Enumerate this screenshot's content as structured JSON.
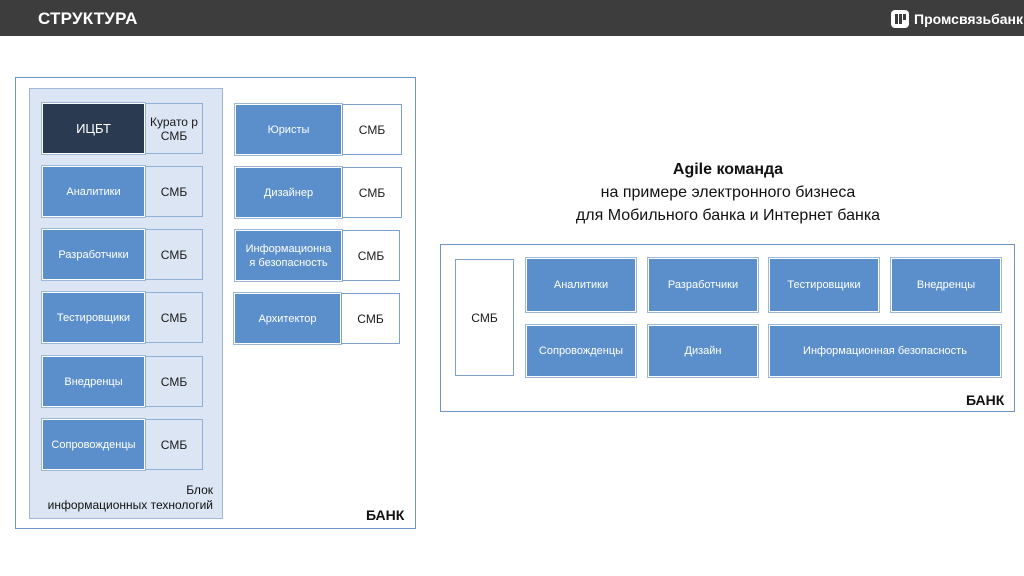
{
  "header": {
    "title": "СТРУКТУРА",
    "brand": "Промсвязьбанк"
  },
  "left": {
    "bank_label": "БАНК",
    "block_label_1": "Блок",
    "block_label_2": "информационных технологий",
    "col1": [
      {
        "role": "ИЦБТ",
        "side": "Курато р СМБ"
      },
      {
        "role": "Аналитики",
        "side": "СМБ"
      },
      {
        "role": "Разработчики",
        "side": "СМБ"
      },
      {
        "role": "Тестировщики",
        "side": "СМБ"
      },
      {
        "role": "Внедренцы",
        "side": "СМБ"
      },
      {
        "role": "Сопровожденцы",
        "side": "СМБ"
      }
    ],
    "col2": [
      {
        "role": "Юристы",
        "side": "СМБ"
      },
      {
        "role": "Дизайнер",
        "side": "СМБ"
      },
      {
        "role": "Информационна я безопасность",
        "side": "СМБ"
      },
      {
        "role": "Архитектор",
        "side": "СМБ"
      }
    ]
  },
  "right": {
    "heading": "Agile команда",
    "sub1": "на примере электронного бизнеса",
    "sub2": "для Мобильного банка и Интернет банка",
    "smb": "СМБ",
    "bank_label": "БАНК",
    "row1": [
      "Аналитики",
      "Разработчики",
      "Тестировщики",
      "Внедренцы"
    ],
    "row2": [
      "Сопровожденцы",
      "Дизайн",
      "Информационная безопасность"
    ]
  }
}
